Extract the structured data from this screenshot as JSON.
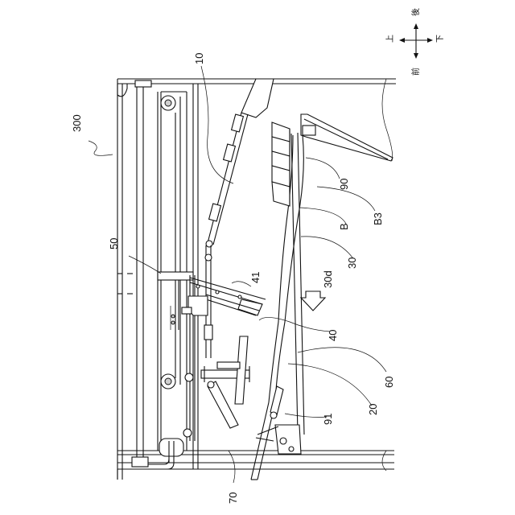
{
  "figure": {
    "reference_labels": {
      "assembly": "300",
      "arm_upper": "10",
      "belt_unit": "50",
      "bracket": "41",
      "plate": "30",
      "plate_edge": "30d",
      "bag": "B",
      "bag_stack": "B3",
      "stopper": "90",
      "guide_bracket": "40",
      "chute_edge": "60",
      "chute": "20",
      "pivot": "91",
      "lever": "70"
    },
    "direction_indicator": {
      "up": "上",
      "down": "下",
      "front": "前",
      "back": "後"
    }
  }
}
